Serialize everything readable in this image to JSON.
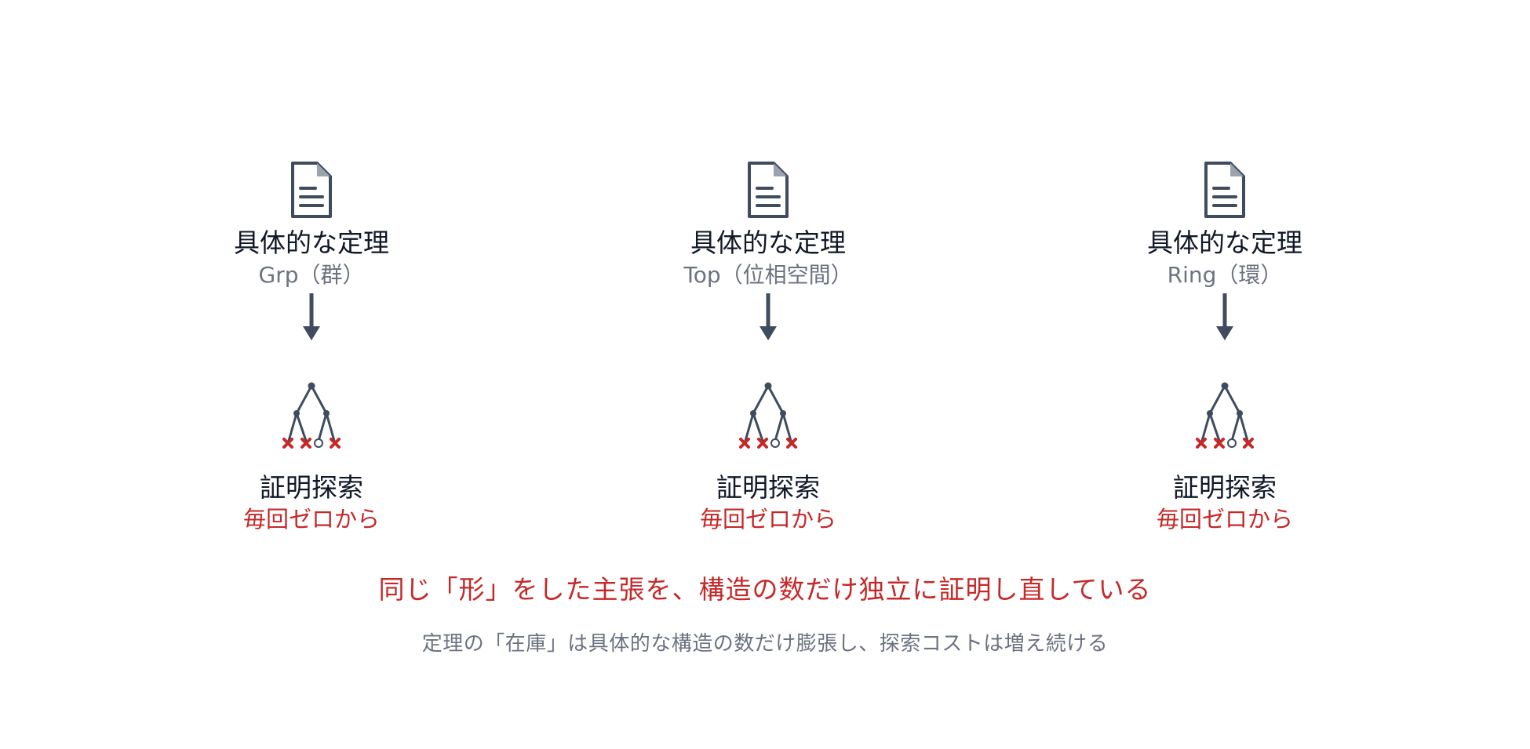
{
  "columns": [
    {
      "title": "具体的な定理",
      "subtitle": "Grp（群）",
      "action": "証明探索",
      "note": "毎回ゼロから",
      "icon": "document-icon",
      "diagram_icon": "proof-search-tree-icon"
    },
    {
      "title": "具体的な定理",
      "subtitle": "Top（位相空間）",
      "action": "証明探索",
      "note": "毎回ゼロから",
      "icon": "document-icon",
      "diagram_icon": "proof-search-tree-icon"
    },
    {
      "title": "具体的な定理",
      "subtitle": "Ring（環）",
      "action": "証明探索",
      "note": "毎回ゼロから",
      "icon": "document-icon",
      "diagram_icon": "proof-search-tree-icon"
    }
  ],
  "conclusion": "同じ「形」をした主張を、構造の数だけ独立に証明し直している",
  "caption": "定理の「在庫」は具体的な構造の数だけ膨張し、探索コストは増え続ける",
  "colors": {
    "primary": "#3f4b5e",
    "accent_red": "#c62828",
    "muted_text": "#6b7280",
    "dark_text": "#111827"
  }
}
